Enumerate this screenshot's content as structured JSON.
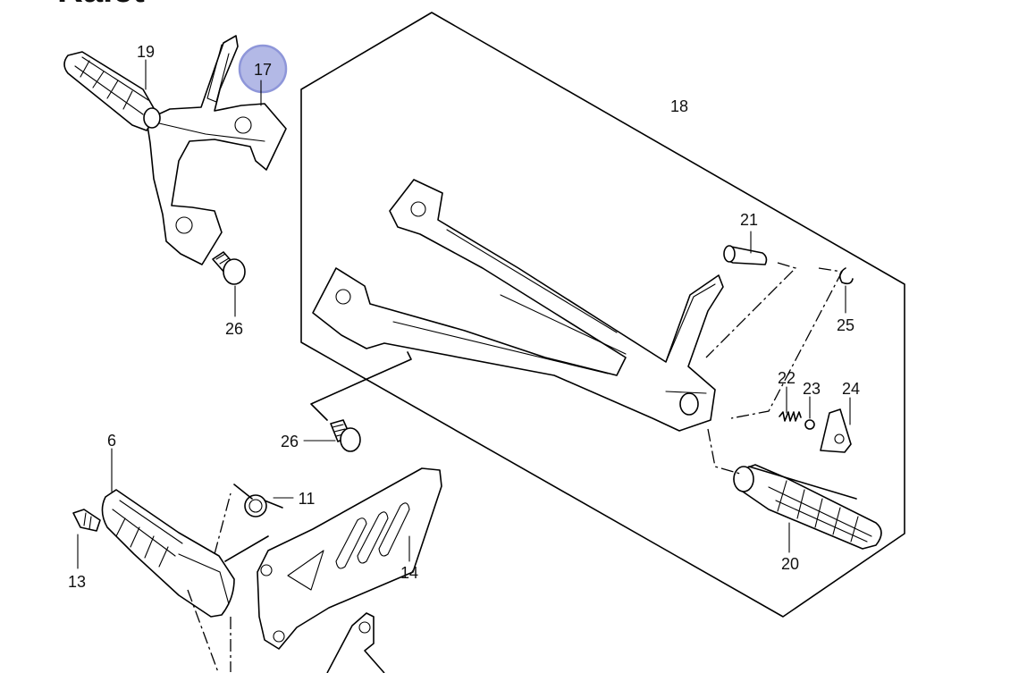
{
  "page_title": "Ralet",
  "highlight_color": "#b3b9e6",
  "callouts": {
    "p6": "6",
    "p11": "11",
    "p13": "13",
    "p14": "14",
    "p17": "17",
    "p18": "18",
    "p19": "19",
    "p20": "20",
    "p21": "21",
    "p22": "22",
    "p23": "23",
    "p24": "24",
    "p25": "25",
    "p26a": "26",
    "p26b": "26"
  },
  "highlighted_callout": "17"
}
